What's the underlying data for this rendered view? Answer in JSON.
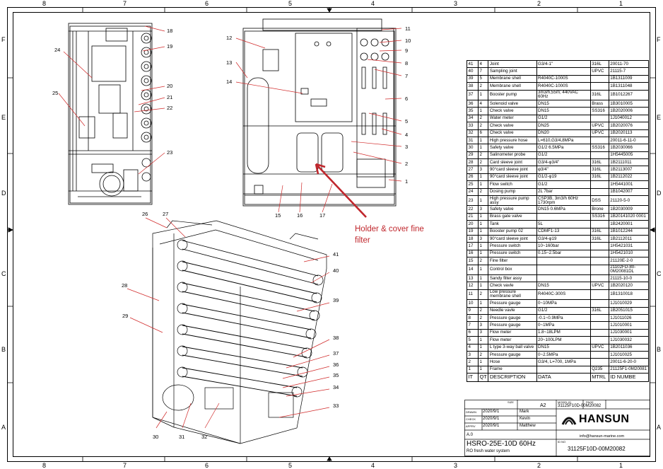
{
  "border": {
    "top_zones": [
      "8",
      "7",
      "6",
      "5",
      "4",
      "3",
      "2",
      "1"
    ],
    "bottom_zones": [
      "8",
      "7",
      "6",
      "5",
      "4",
      "3",
      "2",
      "1"
    ],
    "left_zones": [
      "F",
      "E",
      "D",
      "C",
      "B",
      "A"
    ],
    "right_zones": [
      "F",
      "E",
      "D",
      "C",
      "B",
      "A"
    ]
  },
  "top_left_view": {
    "callouts": [
      "18",
      "19",
      "20",
      "21",
      "22",
      "23",
      "24",
      "25"
    ]
  },
  "top_mid_view": {
    "callouts": [
      "12",
      "13",
      "14",
      "15",
      "16",
      "17"
    ]
  },
  "top_mid_right_callouts": [
    "11",
    "10",
    "9",
    "8",
    "7",
    "6",
    "5",
    "4",
    "3",
    "2",
    "1"
  ],
  "iso_view": {
    "callouts": [
      "26",
      "27",
      "28",
      "29",
      "30",
      "31",
      "32",
      "33",
      "34",
      "35",
      "36",
      "37",
      "38",
      "39",
      "40",
      "41"
    ]
  },
  "annotation": {
    "text": "Holder & cover fine filter",
    "color": "#c0272d"
  },
  "bom": {
    "rows": [
      [
        "41",
        "4",
        "Joint",
        "G3/4-1\"",
        "316L",
        "20011-70"
      ],
      [
        "40",
        "7",
        "Sampling joint",
        "",
        "UPVC",
        "21115-7"
      ],
      [
        "39",
        "5",
        "Membrane shell",
        "R4040C-1000S",
        "",
        "1B1311009"
      ],
      [
        "38",
        "2",
        "Membrane shell",
        "R4040C-1000S",
        "",
        "1B1311048"
      ],
      [
        "37",
        "1",
        "Booster pump",
        "3m3/h,55m; 440VAC 60Hz",
        "316L",
        "1B1012267"
      ],
      [
        "36",
        "4",
        "Solenoid valve",
        "DN15",
        "Brass",
        "1B3010005"
      ],
      [
        "35",
        "1",
        "Check valve",
        "DN15",
        "SS316",
        "1B2020006"
      ],
      [
        "34",
        "2",
        "Water meter",
        "G1/2",
        "",
        "1J1040012"
      ],
      [
        "33",
        "2",
        "Check valve",
        "DN25",
        "UPVC",
        "1B2020076"
      ],
      [
        "32",
        "6",
        "Check valve",
        "DN20",
        "UPVC",
        "1B2020113"
      ],
      [
        "31",
        "1",
        "High pressure hose",
        "L=610,G3/4,8MPa",
        "",
        "20011-6-11-0"
      ],
      [
        "30",
        "1",
        "Safety valve",
        "G1/2 6.5MPa",
        "SS316",
        "1B2030066"
      ],
      [
        "29",
        "2",
        "Salinometer probe",
        "G1/2",
        "",
        "1H5445005"
      ],
      [
        "28",
        "2",
        "Card sleeve joint",
        "G3/4-φ3/4\"",
        "316L",
        "1B2111011"
      ],
      [
        "27",
        "3",
        "90°card sleeve joint",
        "φ3/4\"",
        "316L",
        "1B2113007"
      ],
      [
        "26",
        "1",
        "90°card sleeve joint",
        "G1/2-φ19",
        "316L",
        "1B2112022"
      ],
      [
        "25",
        "1",
        "Flow switch",
        "G1/2",
        "",
        "1H5441001"
      ],
      [
        "24",
        "2",
        "Dosing pump",
        "2L 7bar",
        "",
        "1B1042007"
      ],
      [
        "23",
        "1",
        "High pressure pump assy",
        "CSP3B, 3m3/h 60Hz 1730rpm",
        "DSS",
        "21120-5-0"
      ],
      [
        "22",
        "3",
        "Safety valve",
        "DN15 0.6MPa",
        "Brone",
        "1B2030009"
      ],
      [
        "21",
        "1",
        "Brass gate valve",
        "",
        "SS316",
        "1B20141020 0001"
      ],
      [
        "20",
        "1",
        "Tank",
        "5L",
        "",
        "1B2420001"
      ],
      [
        "19",
        "1",
        "Booster pump 02",
        "CDMF1-13",
        "316L",
        "1B1012244"
      ],
      [
        "18",
        "3",
        "90°card sleeve joint",
        "G3/4-φ19",
        "316L",
        "1B2112011"
      ],
      [
        "17",
        "1",
        "Pressure switch",
        "10~160bar",
        "",
        "1H5421031"
      ],
      [
        "16",
        "1",
        "Pressure switch",
        "0.15~2.5bar",
        "",
        "1H5421010"
      ],
      [
        "15",
        "2",
        "Fine filter",
        "",
        "",
        "21120E-2-0"
      ],
      [
        "14",
        "1",
        "Control box",
        "",
        "",
        "21102FD-80-0M20081DL"
      ],
      [
        "13",
        "1",
        "Sandy filter assy",
        "",
        "",
        "21115-10-0"
      ],
      [
        "12",
        "1",
        "Check vavle",
        "DN15",
        "UPVC",
        "1B2020120"
      ],
      [
        "11",
        "2",
        "Low pressure membrane shell",
        "R4040C-300S",
        "",
        "1B1310018"
      ],
      [
        "10",
        "1",
        "Pressure gauge",
        "0~10MPa",
        "",
        "1J1010029"
      ],
      [
        "9",
        "2",
        "Needle vavle",
        "G1/2",
        "316L",
        "1B2051015"
      ],
      [
        "8",
        "2",
        "Pressure gauge",
        "-0.1~0.9MPa",
        "",
        "1J1011026"
      ],
      [
        "7",
        "3",
        "Pressure gauge",
        "0~1MPa",
        "",
        "1J1010001"
      ],
      [
        "6",
        "3",
        "Flow meter",
        "1.8~18LPM",
        "",
        "1J1030001"
      ],
      [
        "5",
        "1",
        "Flow meter",
        "20~100LPM",
        "",
        "1J1030032"
      ],
      [
        "4",
        "1",
        "L type 3-way ball valve",
        "DN15",
        "UPVC",
        "1B2011036"
      ],
      [
        "3",
        "2",
        "Pressure gauge",
        "0~2.5MPa",
        "",
        "1J1010025"
      ],
      [
        "2",
        "1",
        "Hose",
        "G3/4, L=700, 1MPa",
        "",
        "20011-6-20-0"
      ],
      [
        "1",
        "1",
        "Frame",
        "",
        "Q235",
        "21125F1-0M20081"
      ]
    ],
    "header": [
      "IT",
      "QT",
      "DESCRIPTION",
      "DATA",
      "MTRL",
      "ID NUMBE"
    ]
  },
  "title_block": {
    "size_label": "SIZE",
    "size": "A2",
    "model_label": "MODEL ID",
    "page_label": "PAGE",
    "model_id": "31125F10D-00M20082",
    "drawn_label": "DRAWN",
    "check_label": "CHECK",
    "apprv_label": "APPRV",
    "drawn_date": "2020/9/1",
    "check_date": "2020/9/1",
    "apprv_date": "2020/9/1",
    "drawn_name": "Mark",
    "check_name": "Kevin",
    "apprv_name": "Matthew",
    "revision": "A.0",
    "title": "HSRO-25E-10D 60Hz",
    "subtitle": "RO fresh water system",
    "brand": "HANSUN",
    "email": "info@hansun-marine.com",
    "id_label": "ID NO",
    "id_number": "31125F10D-00M20082"
  }
}
